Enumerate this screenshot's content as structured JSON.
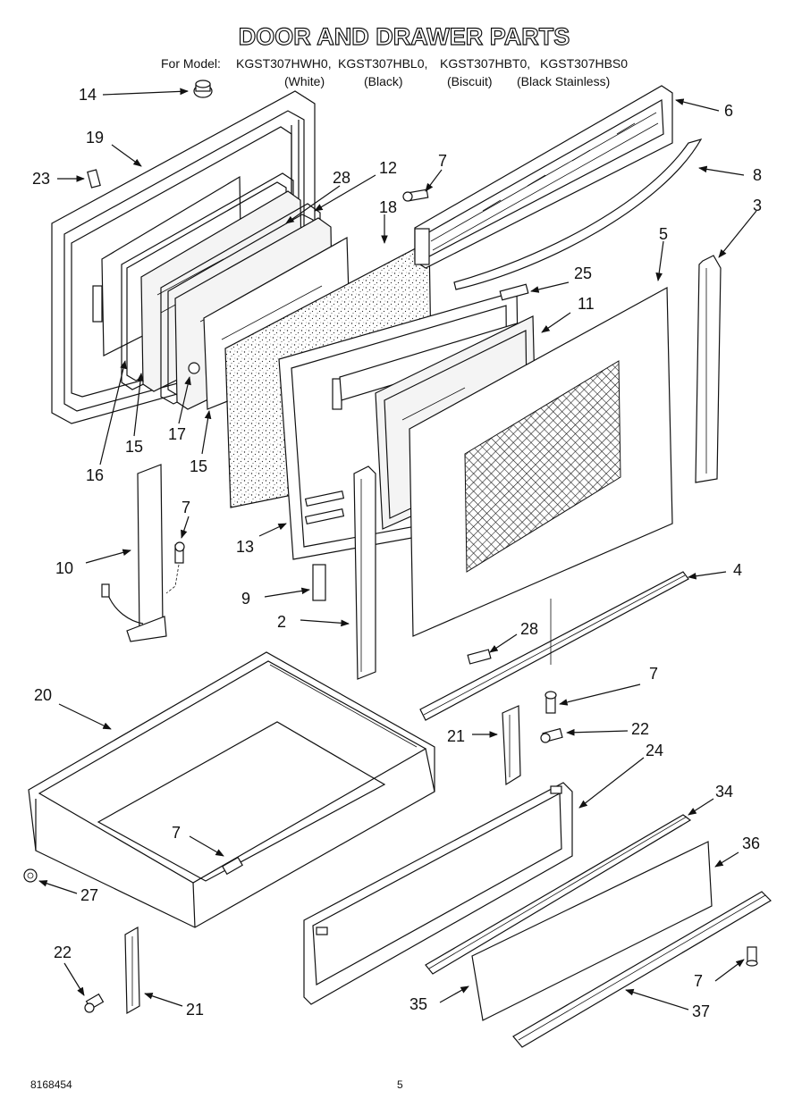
{
  "header": {
    "title": "DOOR AND DRAWER PARTS",
    "model_prefix": "For Model:",
    "models": [
      {
        "code": "KGST307HWH0,",
        "color": "(White)"
      },
      {
        "code": "KGST307HBL0,",
        "color": "(Black)"
      },
      {
        "code": "KGST307HBT0,",
        "color": "(Biscuit)"
      },
      {
        "code": "KGST307HBS0",
        "color": "(Black Stainless)"
      }
    ]
  },
  "callouts": [
    "14",
    "19",
    "23",
    "28",
    "12",
    "7",
    "6",
    "8",
    "18",
    "3",
    "5",
    "25",
    "11",
    "16",
    "15",
    "17",
    "15",
    "10",
    "7",
    "13",
    "9",
    "2",
    "4",
    "28",
    "7",
    "20",
    "21",
    "22",
    "24",
    "34",
    "7",
    "36",
    "27",
    "22",
    "21",
    "35",
    "7",
    "37"
  ],
  "footer": {
    "doc_number": "8168454",
    "page_number": "5"
  }
}
